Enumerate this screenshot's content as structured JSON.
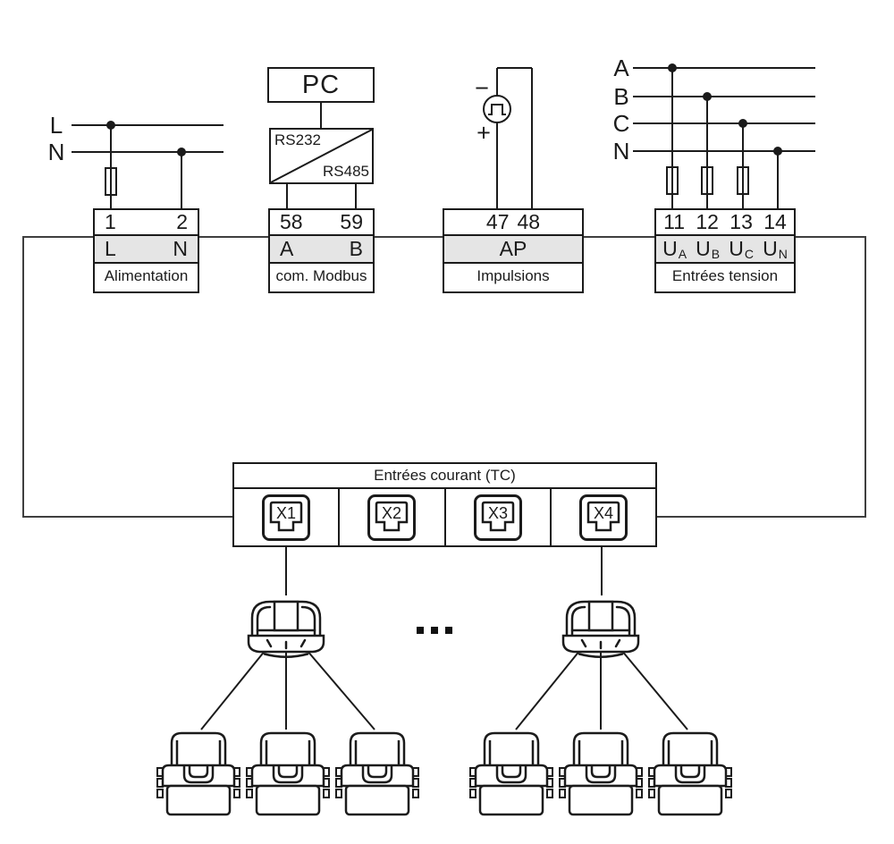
{
  "power": {
    "line_labels": [
      "L",
      "N"
    ],
    "terminals": [
      "1",
      "2"
    ],
    "letters": [
      "L",
      "N"
    ],
    "caption": "Alimentation"
  },
  "modbus": {
    "pc_label": "PC",
    "converter_top": "RS232",
    "converter_bottom": "RS485",
    "terminals": [
      "58",
      "59"
    ],
    "letters": [
      "A",
      "B"
    ],
    "caption": "com. Modbus"
  },
  "pulse": {
    "minus": "−",
    "plus": "+",
    "terminals": [
      "47",
      "48"
    ],
    "letters": "AP",
    "caption": "Impulsions"
  },
  "voltage": {
    "line_labels": [
      "A",
      "B",
      "C",
      "N"
    ],
    "terminals": [
      "11",
      "12",
      "13",
      "14"
    ],
    "letters": [
      {
        "main": "U",
        "sub": "A"
      },
      {
        "main": "U",
        "sub": "B"
      },
      {
        "main": "U",
        "sub": "C"
      },
      {
        "main": "U",
        "sub": "N"
      }
    ],
    "caption": "Entrées tension"
  },
  "current": {
    "title": "Entrées courant (TC)",
    "ports": [
      "X1",
      "X2",
      "X3",
      "X4"
    ]
  },
  "ellipsis": "...",
  "colors": {
    "ink": "#1b1b1b",
    "outline_gray": "#3f3f3f",
    "row_gray": "#e5e5e5"
  }
}
